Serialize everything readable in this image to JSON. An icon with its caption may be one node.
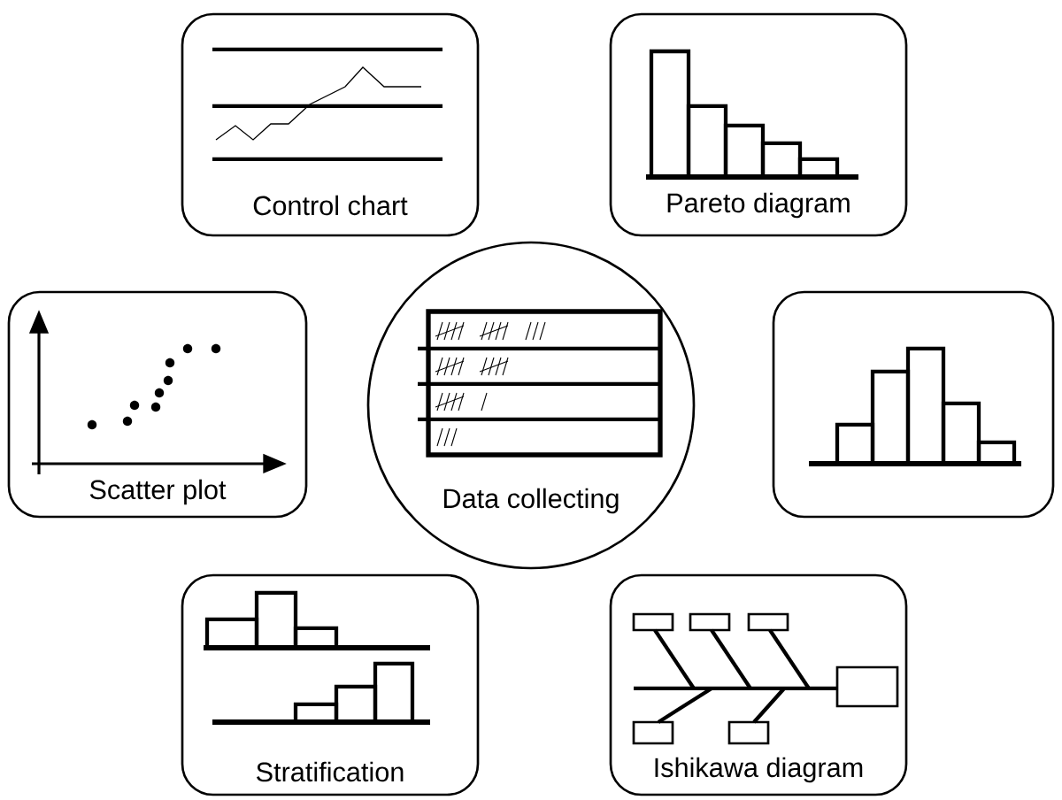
{
  "diagram": {
    "nodes": [
      {
        "text": [
          "Control chart"
        ]
      },
      {
        "text": [
          "Pareto diagram"
        ]
      },
      {
        "text": [
          "Scatter plot"
        ]
      },
      {
        "text": [
          "Data collecting"
        ]
      },
      {
        "text": [],
        "shape": "box"
      },
      {
        "text": [
          "Stratification"
        ]
      },
      {
        "text": [
          "Ishikawa diagram"
        ]
      }
    ]
  }
}
